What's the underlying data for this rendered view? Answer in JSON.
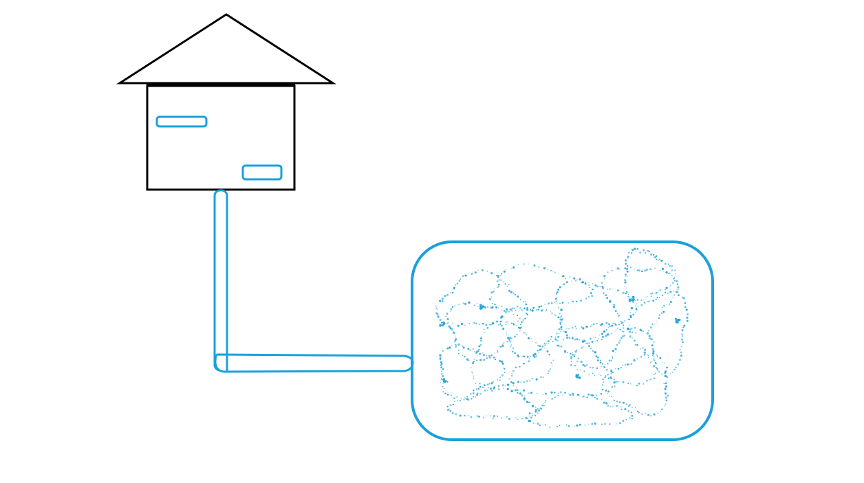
{
  "diagram": {
    "colors": {
      "outline": "#000000",
      "water": "#1aa0dc",
      "speckle": "#2aa6d6",
      "background": "#ffffff"
    },
    "elements": [
      {
        "id": "house",
        "icon": "house-icon"
      },
      {
        "id": "house-window-upper",
        "icon": "window-icon"
      },
      {
        "id": "house-window-lower",
        "icon": "window-icon"
      },
      {
        "id": "pipe-vertical",
        "icon": "pipe-icon"
      },
      {
        "id": "pipe-horizontal",
        "icon": "pipe-icon"
      },
      {
        "id": "tank",
        "icon": "tank-icon"
      },
      {
        "id": "tank-contents",
        "icon": "scribble-icon"
      }
    ]
  }
}
